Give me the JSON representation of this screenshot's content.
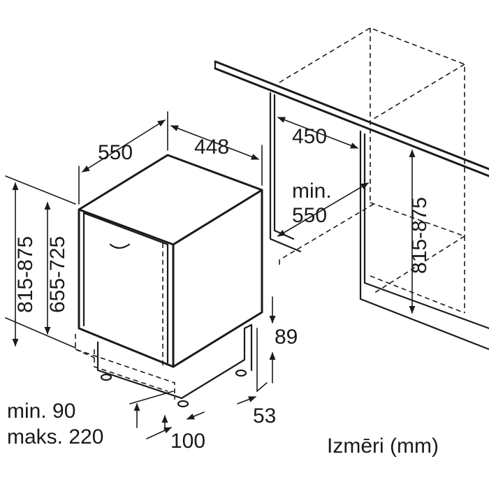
{
  "labels": {
    "depth": "550",
    "width": "448",
    "niche_width": "450",
    "niche_depth_prefix": "min.",
    "niche_depth": "550",
    "niche_height": "815-875",
    "appliance_height": "815-875",
    "door_height": "655-725",
    "plinth_height": "89",
    "plinth_depth": "53",
    "plinth_min": "min. 90",
    "plinth_max": "maks. 220",
    "plinth_offset": "100",
    "units": "Izmēri (mm)"
  }
}
